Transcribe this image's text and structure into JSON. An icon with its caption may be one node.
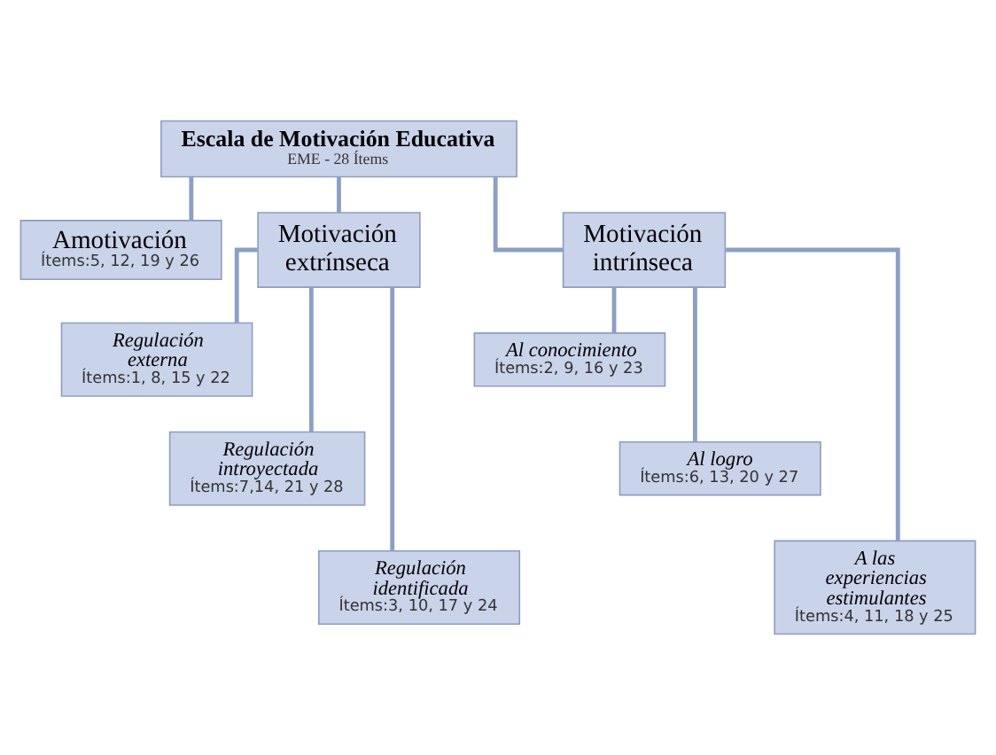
{
  "diagram": {
    "nodes": [
      {
        "text": [
          "Escala de Motivación Educativa",
          "EME - 28 Ítems"
        ]
      },
      {
        "text": [
          "Amotivación",
          "Ítems:5, 12, 19 y 26"
        ]
      },
      {
        "text": [
          "Motivación extrínseca"
        ]
      },
      {
        "text": [
          "Motivación intrínseca"
        ]
      },
      {
        "text": [
          "Regulación externa",
          "Ítems:1, 8, 15 y 22"
        ]
      },
      {
        "text": [
          "Regulación introyectada",
          "Ítems:7,14, 21 y 28"
        ]
      },
      {
        "text": [
          "Regulación identificada",
          "Ítems:3, 10, 17 y 24"
        ]
      },
      {
        "text": [
          "Al conocimiento",
          "Ítems:2, 9, 16 y 23"
        ]
      },
      {
        "text": [
          "Al logro",
          "Ítems:6, 13, 20 y 27"
        ]
      },
      {
        "text": [
          "A las experiencias estimulantes",
          "Ítems:4, 11, 18 y 25"
        ]
      }
    ],
    "edges": [
      {
        "from": 0,
        "to": 1,
        "arrow": "none"
      },
      {
        "from": 0,
        "to": 2,
        "arrow": "none"
      },
      {
        "from": 0,
        "to": 3,
        "arrow": "none"
      },
      {
        "from": 2,
        "to": 4,
        "arrow": "none"
      },
      {
        "from": 2,
        "to": 5,
        "arrow": "none"
      },
      {
        "from": 2,
        "to": 6,
        "arrow": "none"
      },
      {
        "from": 3,
        "to": 7,
        "arrow": "none"
      },
      {
        "from": 3,
        "to": 8,
        "arrow": "none"
      },
      {
        "from": 3,
        "to": 9,
        "arrow": "none"
      }
    ]
  }
}
